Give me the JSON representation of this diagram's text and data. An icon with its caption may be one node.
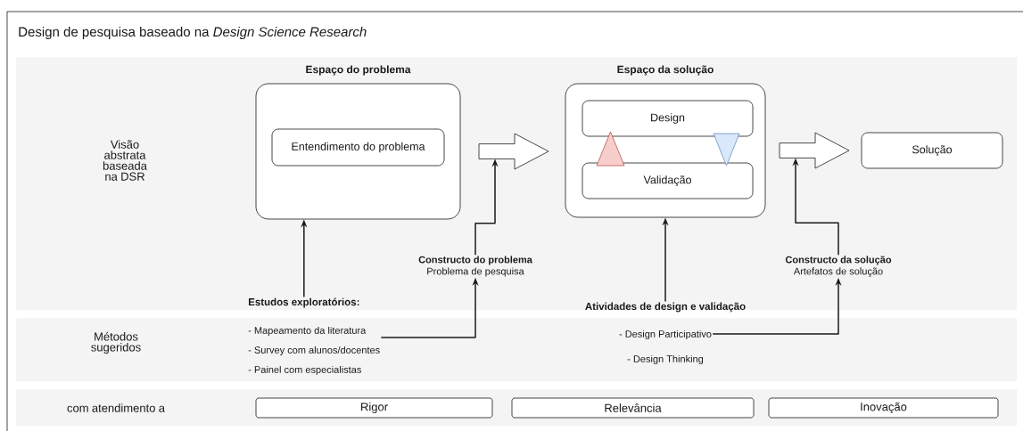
{
  "diagram": {
    "title": "Design de pesquisa baseado na *Design Science Research*",
    "nodes": [
      {
        "text": [
          "Visão abstrata baseada na DSR"
        ]
      },
      {
        "text": [
          "Espaço do problema"
        ],
        "in": 0
      },
      {
        "text": [
          "Entendimento do problema"
        ],
        "in": 1
      },
      {
        "text": [
          "Espaço da solução"
        ],
        "in": 0
      },
      {
        "text": [
          "Design"
        ],
        "in": 3
      },
      {
        "text": [
          "Validação"
        ],
        "in": 3
      },
      {
        "text": [],
        "shape": "triangle",
        "in": 3
      },
      {
        "text": [],
        "shape": "triangle",
        "in": 3
      },
      {
        "text": [
          "Solução"
        ],
        "in": 0
      },
      {
        "text": [
          "Constructo do problema",
          "Problema de pesquisa"
        ],
        "in": 0
      },
      {
        "text": [
          "Constructo da solução",
          "Artefatos de solução"
        ],
        "in": 0
      },
      {
        "text": [
          "Estudos exploratórios:"
        ],
        "in": 0
      },
      {
        "text": [
          "Atividades de design e validação"
        ]
      },
      {
        "text": [
          "Métodos sugeridos"
        ]
      },
      {
        "text": [
          "- Mapeamento da literatura",
          "- Survey com alunos/docentes",
          "- Painel com especialistas"
        ],
        "in": 13
      },
      {
        "text": [
          "- Design Participativo",
          "- Design Thinking"
        ],
        "in": 13
      },
      {
        "text": [
          "com atendimento a"
        ]
      },
      {
        "text": [
          "Rigor"
        ],
        "in": 16
      },
      {
        "text": [
          "Relevância"
        ],
        "in": 16
      },
      {
        "text": [
          "Inovação"
        ],
        "in": 16
      }
    ],
    "edges": [
      {
        "from": 1,
        "to": 3,
        "arrow": "to",
        "style": "thick"
      },
      {
        "from": 3,
        "to": 8,
        "arrow": "to",
        "style": "thick"
      },
      {
        "from": 11,
        "to": 1,
        "arrow": "to"
      },
      {
        "from": 14,
        "to": 9,
        "arrow": "to"
      },
      {
        "from": 9,
        "to": null,
        "arrow": "to"
      },
      {
        "from": 12,
        "to": 3,
        "arrow": "to"
      },
      {
        "from": 15,
        "to": 10,
        "arrow": "to"
      },
      {
        "from": 10,
        "to": null,
        "arrow": "to"
      }
    ]
  }
}
